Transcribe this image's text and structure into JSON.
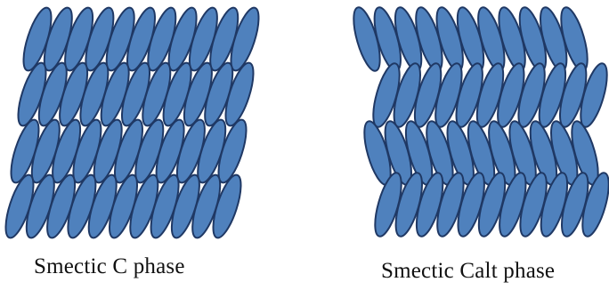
{
  "captions": {
    "smectic_c": "Smectic C phase",
    "smectic_calt": "Smectic Calt phase"
  },
  "colors": {
    "molecule_fill": "#4f81bd",
    "molecule_stroke": "#1f3864",
    "background": "#ffffff"
  },
  "panels": [
    {
      "name": "smectic-c",
      "layers": 4,
      "molecules_per_layer": 11,
      "tilt_pattern": "uniform"
    },
    {
      "name": "smectic-calt",
      "layers": 4,
      "molecules_per_layer": 11,
      "tilt_pattern": "alternating"
    }
  ]
}
